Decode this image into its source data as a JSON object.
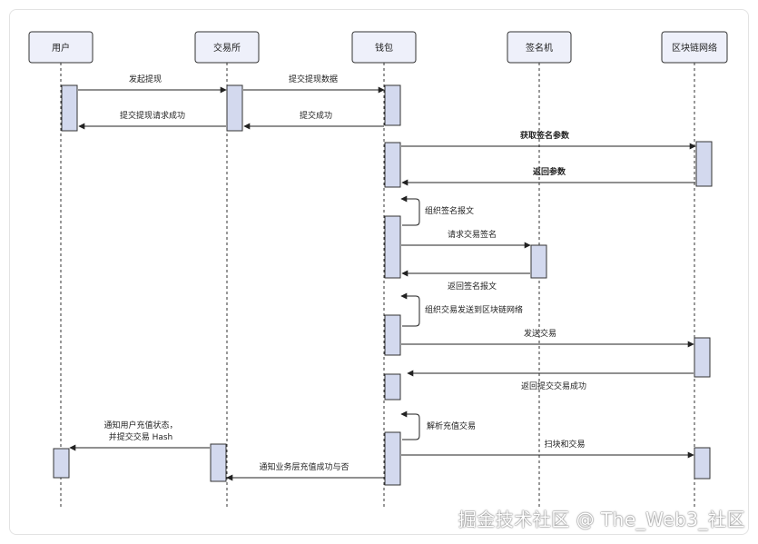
{
  "participants": [
    {
      "id": "user",
      "label": "用户"
    },
    {
      "id": "exchange",
      "label": "交易所"
    },
    {
      "id": "wallet",
      "label": "钱包"
    },
    {
      "id": "signer",
      "label": "签名机"
    },
    {
      "id": "chain",
      "label": "区块链网络"
    }
  ],
  "messages": [
    {
      "from": "user",
      "to": "exchange",
      "label": "发起提现"
    },
    {
      "from": "exchange",
      "to": "wallet",
      "label": "提交提现数据"
    },
    {
      "from": "exchange",
      "to": "user",
      "label": "提交提现请求成功"
    },
    {
      "from": "wallet",
      "to": "exchange",
      "label": "提交成功"
    },
    {
      "from": "wallet",
      "to": "chain",
      "label": "获取签名参数"
    },
    {
      "from": "chain",
      "to": "wallet",
      "label": "返回参数"
    },
    {
      "from": "wallet",
      "to": "wallet",
      "label": "组织签名报文"
    },
    {
      "from": "wallet",
      "to": "signer",
      "label": "请求交易签名"
    },
    {
      "from": "signer",
      "to": "wallet",
      "label": "返回签名报文"
    },
    {
      "from": "wallet",
      "to": "wallet",
      "label": "组织交易发送到区块链网络"
    },
    {
      "from": "wallet",
      "to": "chain",
      "label": "发送交易"
    },
    {
      "from": "chain",
      "to": "wallet",
      "label": "返回提交交易成功"
    },
    {
      "from": "wallet",
      "to": "wallet",
      "label": "解析充值交易"
    },
    {
      "from": "exchange",
      "to": "user",
      "label": "通知用户充值状态，",
      "label2": "并提交交易 Hash"
    },
    {
      "from": "wallet",
      "to": "chain",
      "label": "扫块和交易"
    },
    {
      "from": "wallet",
      "to": "exchange",
      "label": "通知业务层充值成功与否"
    }
  ],
  "watermark": "掘金技术社区 @ The_Web3_社区"
}
